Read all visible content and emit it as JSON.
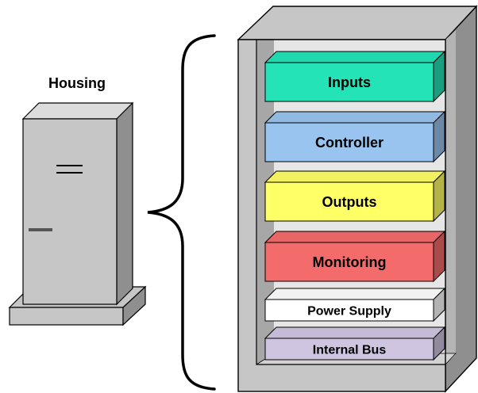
{
  "housing": {
    "title": "Housing"
  },
  "modules": [
    {
      "label": "Inputs",
      "color": "#23e3b7"
    },
    {
      "label": "Controller",
      "color": "#99c4ef"
    },
    {
      "label": "Outputs",
      "color": "#ffff66"
    },
    {
      "label": "Monitoring",
      "color": "#f46b6b"
    },
    {
      "label": "Power Supply",
      "color": "#ffffff"
    },
    {
      "label": "Internal Bus",
      "color": "#cfc5e1"
    }
  ],
  "colors": {
    "cabinet": "#c6c6c6",
    "outline": "#000000",
    "tower": "#c6c6c6"
  }
}
